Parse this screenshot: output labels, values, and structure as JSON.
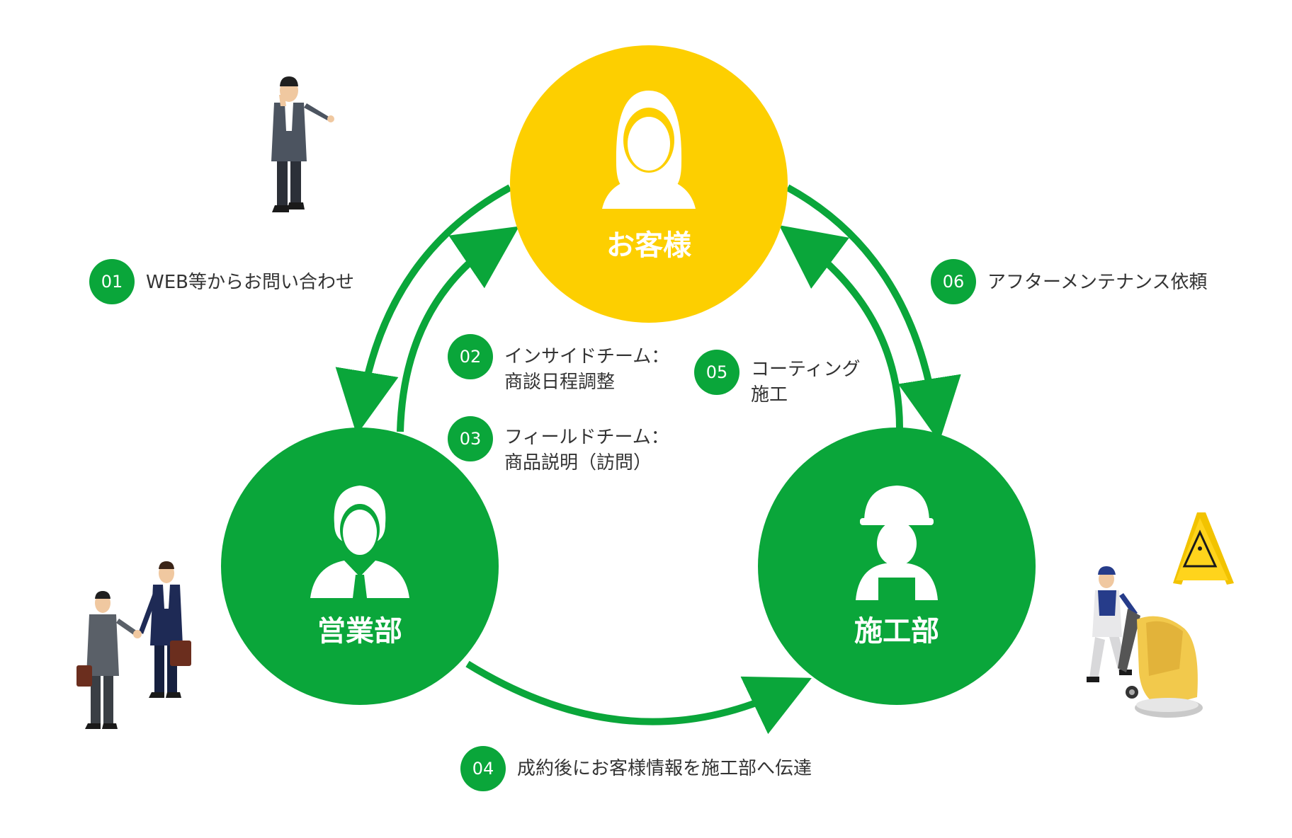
{
  "colors": {
    "green": "#0AA63A",
    "yellow": "#FDCF00",
    "text": "#333333",
    "white": "#FFFFFF"
  },
  "nodes": {
    "customer": {
      "label": "お客様",
      "icon": "woman-icon"
    },
    "sales": {
      "label": "営業部",
      "icon": "businessman-icon"
    },
    "construction": {
      "label": "施工部",
      "icon": "helmet-worker-icon"
    }
  },
  "steps": [
    {
      "num": "01",
      "lines": [
        "WEB等からお問い合わせ"
      ]
    },
    {
      "num": "02",
      "lines": [
        "インサイドチーム：",
        "商談日程調整"
      ]
    },
    {
      "num": "03",
      "lines": [
        "フィールドチーム：",
        "商品説明（訪問）"
      ]
    },
    {
      "num": "04",
      "lines": [
        "成約後にお客様情報を施工部へ伝達"
      ]
    },
    {
      "num": "05",
      "lines": [
        "コーティング",
        "施工"
      ]
    },
    {
      "num": "06",
      "lines": [
        "アフターメンテナンス依頼"
      ]
    }
  ],
  "illustrations": {
    "phone": "phone-call-person-illustration",
    "handshake": "handshake-illustration",
    "cleaning": "floor-cleaning-illustration",
    "sign": "wet-floor-sign-illustration"
  }
}
